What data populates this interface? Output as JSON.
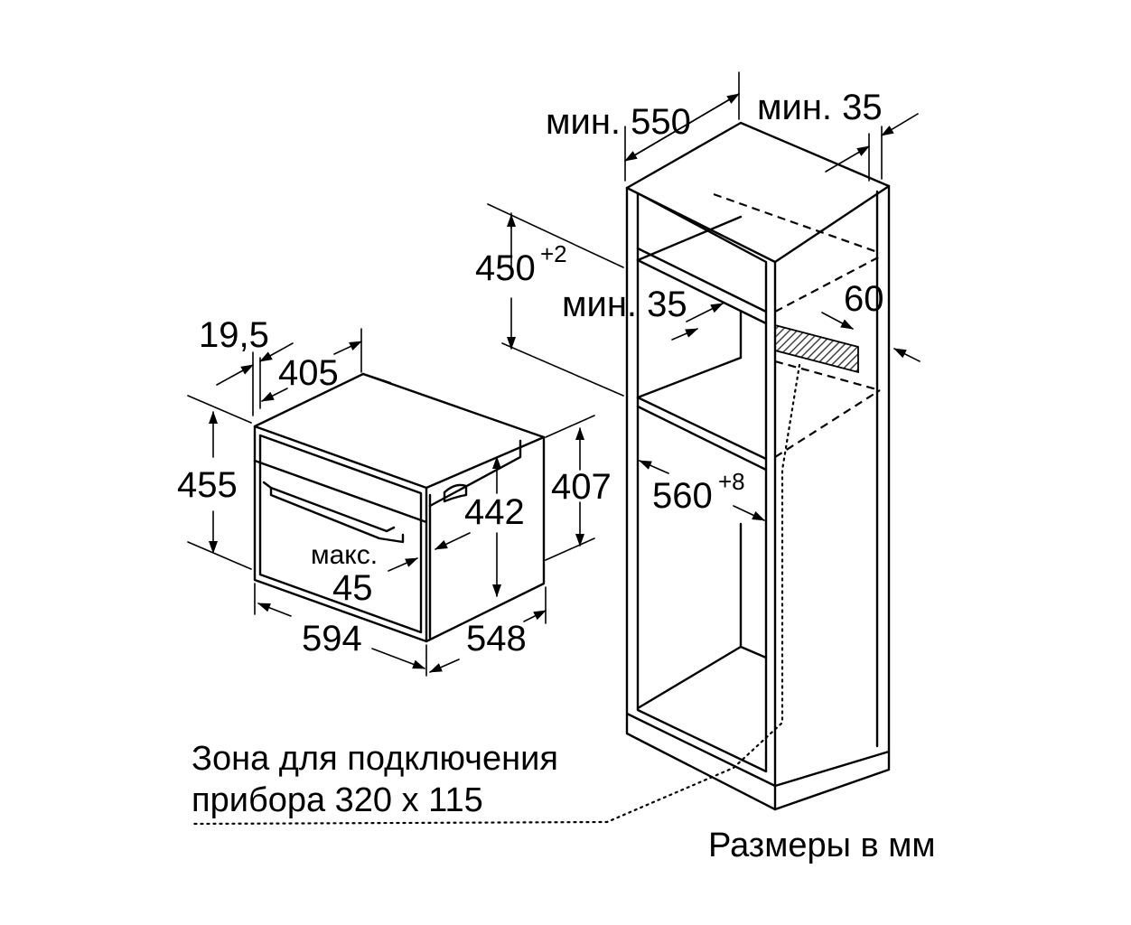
{
  "dimensions": {
    "cabinet_depth": "мин. 550",
    "cabinet_top_gap": "мин. 35",
    "niche_height_base": "450",
    "niche_height_tol": "+2",
    "vent_gap": "мин. 35",
    "vent_depth": "60",
    "niche_width_base": "560",
    "niche_width_tol": "+8",
    "panel_offset": "19,5",
    "body_top_depth": "405",
    "front_height": "455",
    "body_height": "407",
    "inner_height": "442",
    "max_label": "макс.",
    "max_value": "45",
    "front_width": "594",
    "body_depth": "548"
  },
  "notes": {
    "connection_zone_line1": "Зона для подключения",
    "connection_zone_line2": "прибора 320 x 115",
    "units": "Размеры в мм"
  },
  "colors": {
    "line": "#000000",
    "hatch": "#555555",
    "background": "#ffffff"
  }
}
